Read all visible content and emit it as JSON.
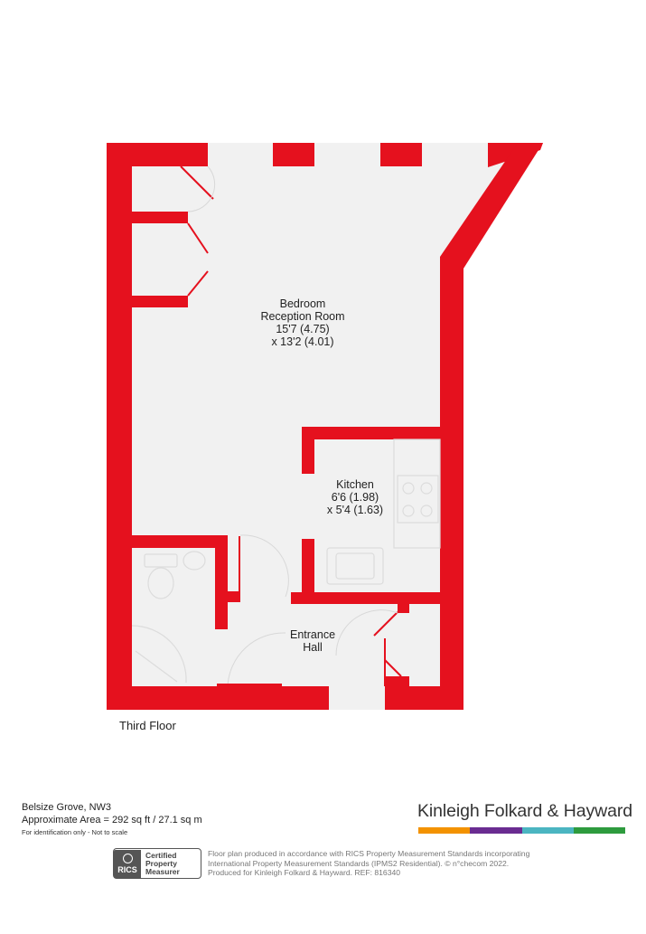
{
  "colors": {
    "wall": "#e5111e",
    "floor": "#f1f1f1",
    "fixture": "#dddddd",
    "brand_bar": [
      "#f39200",
      "#6a2c91",
      "#4bb5c1",
      "#2e9b3e"
    ]
  },
  "rooms": {
    "bedroom": {
      "name_line1": "Bedroom",
      "name_line2": "Reception Room",
      "dim1": "15'7 (4.75)",
      "dim2": "x 13'2 (4.01)"
    },
    "kitchen": {
      "name": "Kitchen",
      "dim1": "6'6 (1.98)",
      "dim2": "x 5'4 (1.63)"
    },
    "hall": {
      "name_line1": "Entrance",
      "name_line2": "Hall"
    }
  },
  "floor_label": "Third Floor",
  "footer": {
    "address": "Belsize Grove, NW3",
    "area": "Approximate Area = 292 sq ft / 27.1 sq m",
    "disclaimer": "For identification only - Not to scale",
    "brand": "Kinleigh Folkard & Hayward",
    "rics_logo_text": "RICS",
    "rics_badge": [
      "Certified",
      "Property",
      "Measurer"
    ],
    "notice": [
      "Floor plan produced in accordance with RICS Property Measurement Standards incorporating",
      "International Property Measurement Standards (IPMS2 Residential).  © n°checom 2022.",
      "Produced for Kinleigh Folkard & Hayward.   REF: 816340"
    ]
  }
}
